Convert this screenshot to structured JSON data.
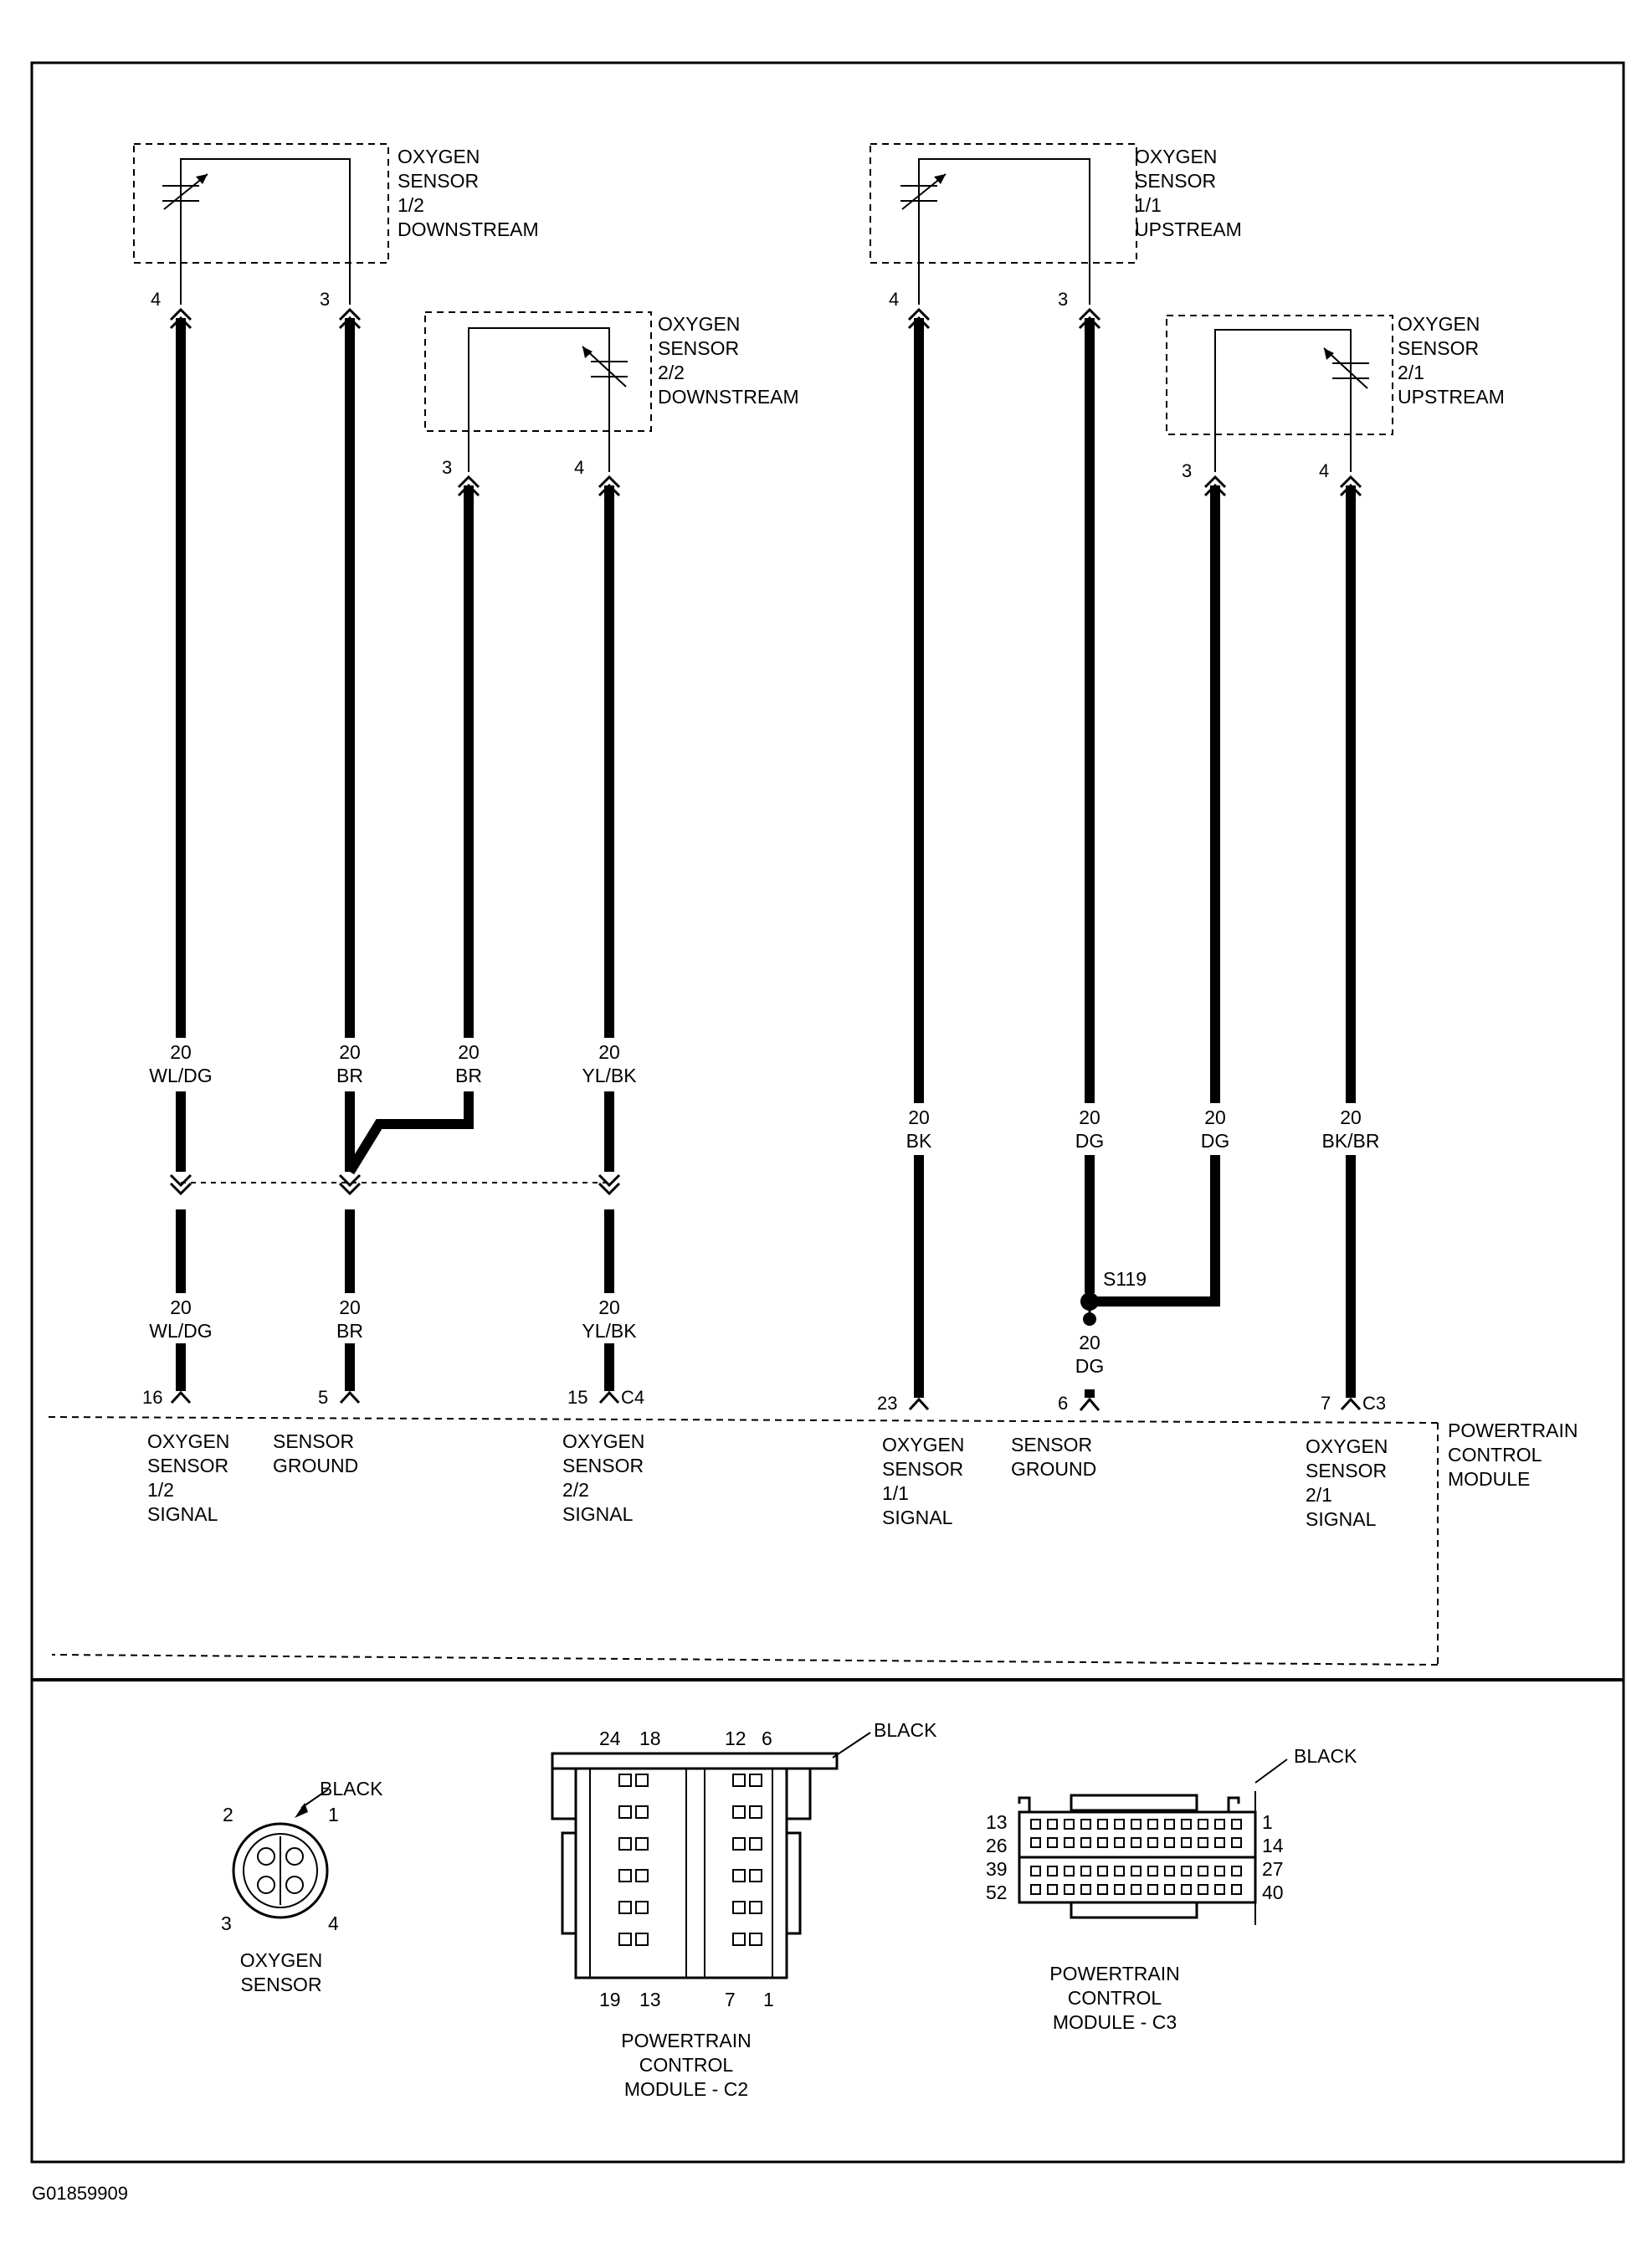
{
  "figure_code": "G01859909",
  "sensors": {
    "s12": {
      "lines": [
        "OXYGEN",
        "SENSOR",
        "1/2",
        "DOWNSTREAM"
      ],
      "pin_left": "4",
      "pin_right": "3"
    },
    "s22": {
      "lines": [
        "OXYGEN",
        "SENSOR",
        "2/2",
        "DOWNSTREAM"
      ],
      "pin_left": "3",
      "pin_right": "4"
    },
    "s11": {
      "lines": [
        "OXYGEN",
        "SENSOR",
        "1/1",
        "UPSTREAM"
      ],
      "pin_left": "4",
      "pin_right": "3"
    },
    "s21": {
      "lines": [
        "OXYGEN",
        "SENSOR",
        "2/1",
        "UPSTREAM"
      ],
      "pin_left": "3",
      "pin_right": "4"
    }
  },
  "wires": {
    "w1_upper": [
      "20",
      "WL/DG"
    ],
    "w1_lower": [
      "20",
      "WL/DG"
    ],
    "w2_upper": [
      "20",
      "BR"
    ],
    "w2_lower": [
      "20",
      "BR"
    ],
    "w3_upper": [
      "20",
      "BR"
    ],
    "w4_upper": [
      "20",
      "YL/BK"
    ],
    "w4_lower": [
      "20",
      "YL/BK"
    ],
    "w5": [
      "20",
      "BK"
    ],
    "w6_upper": [
      "20",
      "DG"
    ],
    "w6_lower": [
      "20",
      "DG"
    ],
    "w7": [
      "20",
      "DG"
    ],
    "w8": [
      "20",
      "BK/BR"
    ]
  },
  "splice": "S119",
  "pcm": {
    "name": [
      "POWERTRAIN",
      "CONTROL",
      "MODULE"
    ],
    "connector_c4": "C4",
    "connector_c3": "C3",
    "pins": {
      "p16": "16",
      "p5": "5",
      "p15": "15",
      "p23": "23",
      "p6": "6",
      "p7": "7"
    },
    "functions": {
      "f1": [
        "OXYGEN",
        "SENSOR",
        "1/2",
        "SIGNAL"
      ],
      "f2": [
        "SENSOR",
        "GROUND"
      ],
      "f3": [
        "OXYGEN",
        "SENSOR",
        "2/2",
        "SIGNAL"
      ],
      "f4": [
        "OXYGEN",
        "SENSOR",
        "1/1",
        "SIGNAL"
      ],
      "f5": [
        "SENSOR",
        "GROUND"
      ],
      "f6": [
        "OXYGEN",
        "SENSOR",
        "2/1",
        "SIGNAL"
      ]
    }
  },
  "connectors": {
    "o2": {
      "color": "BLACK",
      "pins": [
        "2",
        "1",
        "3",
        "4"
      ],
      "caption": [
        "OXYGEN",
        "SENSOR"
      ]
    },
    "c2": {
      "color": "BLACK",
      "top_pins": [
        "24",
        "18",
        "12",
        "6"
      ],
      "bottom_pins": [
        "19",
        "13",
        "7",
        "1"
      ],
      "caption": [
        "POWERTRAIN",
        "CONTROL",
        "MODULE - C2"
      ]
    },
    "c3": {
      "color": "BLACK",
      "left_pins": [
        "13",
        "26",
        "39",
        "52"
      ],
      "right_pins": [
        "1",
        "14",
        "27",
        "40"
      ],
      "caption": [
        "POWERTRAIN",
        "CONTROL",
        "MODULE - C3"
      ]
    }
  }
}
